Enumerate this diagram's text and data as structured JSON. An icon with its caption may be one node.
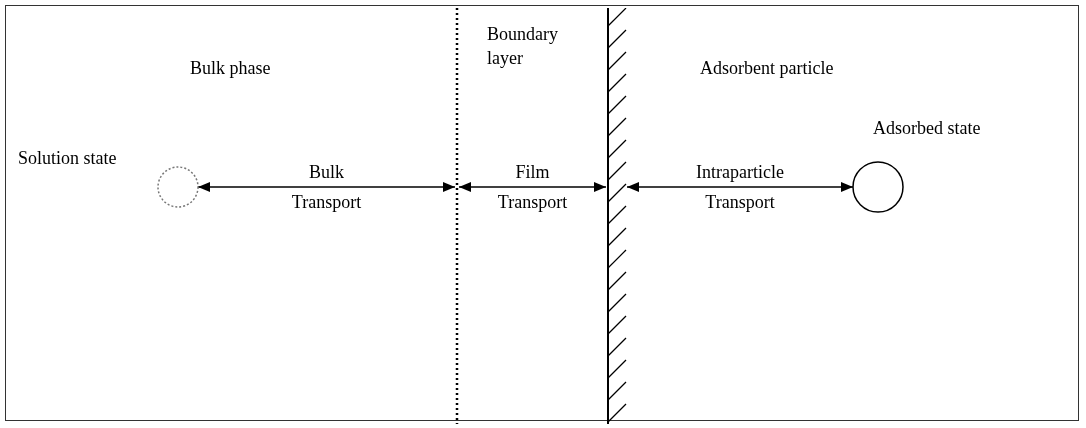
{
  "diagram": {
    "nodes": [
      {
        "text": [],
        "shape": "circle",
        "beside": [
          "Solution state"
        ]
      },
      {
        "text": [],
        "shape": "line"
      },
      {
        "text": [],
        "shape": "bar"
      },
      {
        "text": [],
        "shape": "circle",
        "beside": [
          "Adsorbed state"
        ]
      }
    ],
    "edges": [
      {
        "from": 0,
        "to": 1,
        "arrow": "both",
        "label": "Bulk Transport"
      },
      {
        "from": 1,
        "to": 2,
        "arrow": "both",
        "label": "Film Transport"
      },
      {
        "from": 2,
        "to": 3,
        "arrow": "both",
        "label": "Intraparticle Transport"
      }
    ],
    "labels": [
      "Bulk phase",
      "Boundary layer",
      "Adsorbent particle"
    ]
  }
}
